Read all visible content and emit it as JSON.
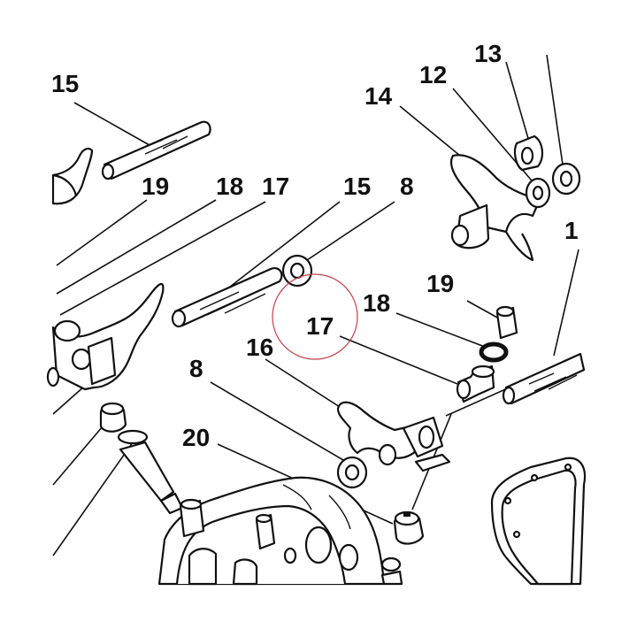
{
  "diagram": {
    "callouts": [
      {
        "id": "c15a",
        "text": "15"
      },
      {
        "id": "c13",
        "text": "13"
      },
      {
        "id": "c12",
        "text": "12"
      },
      {
        "id": "c14",
        "text": "14"
      },
      {
        "id": "c19a",
        "text": "19"
      },
      {
        "id": "c18a",
        "text": "18"
      },
      {
        "id": "c17a",
        "text": "17"
      },
      {
        "id": "c15b",
        "text": "15"
      },
      {
        "id": "c8a",
        "text": "8"
      },
      {
        "id": "c1",
        "text": "1"
      },
      {
        "id": "c19b",
        "text": "19"
      },
      {
        "id": "c18b",
        "text": "18"
      },
      {
        "id": "c17b",
        "text": "17"
      },
      {
        "id": "c16",
        "text": "16"
      },
      {
        "id": "c8b",
        "text": "8"
      },
      {
        "id": "c20",
        "text": "20"
      }
    ],
    "highlight_color": "#c0404a",
    "ink_color": "#111111"
  }
}
